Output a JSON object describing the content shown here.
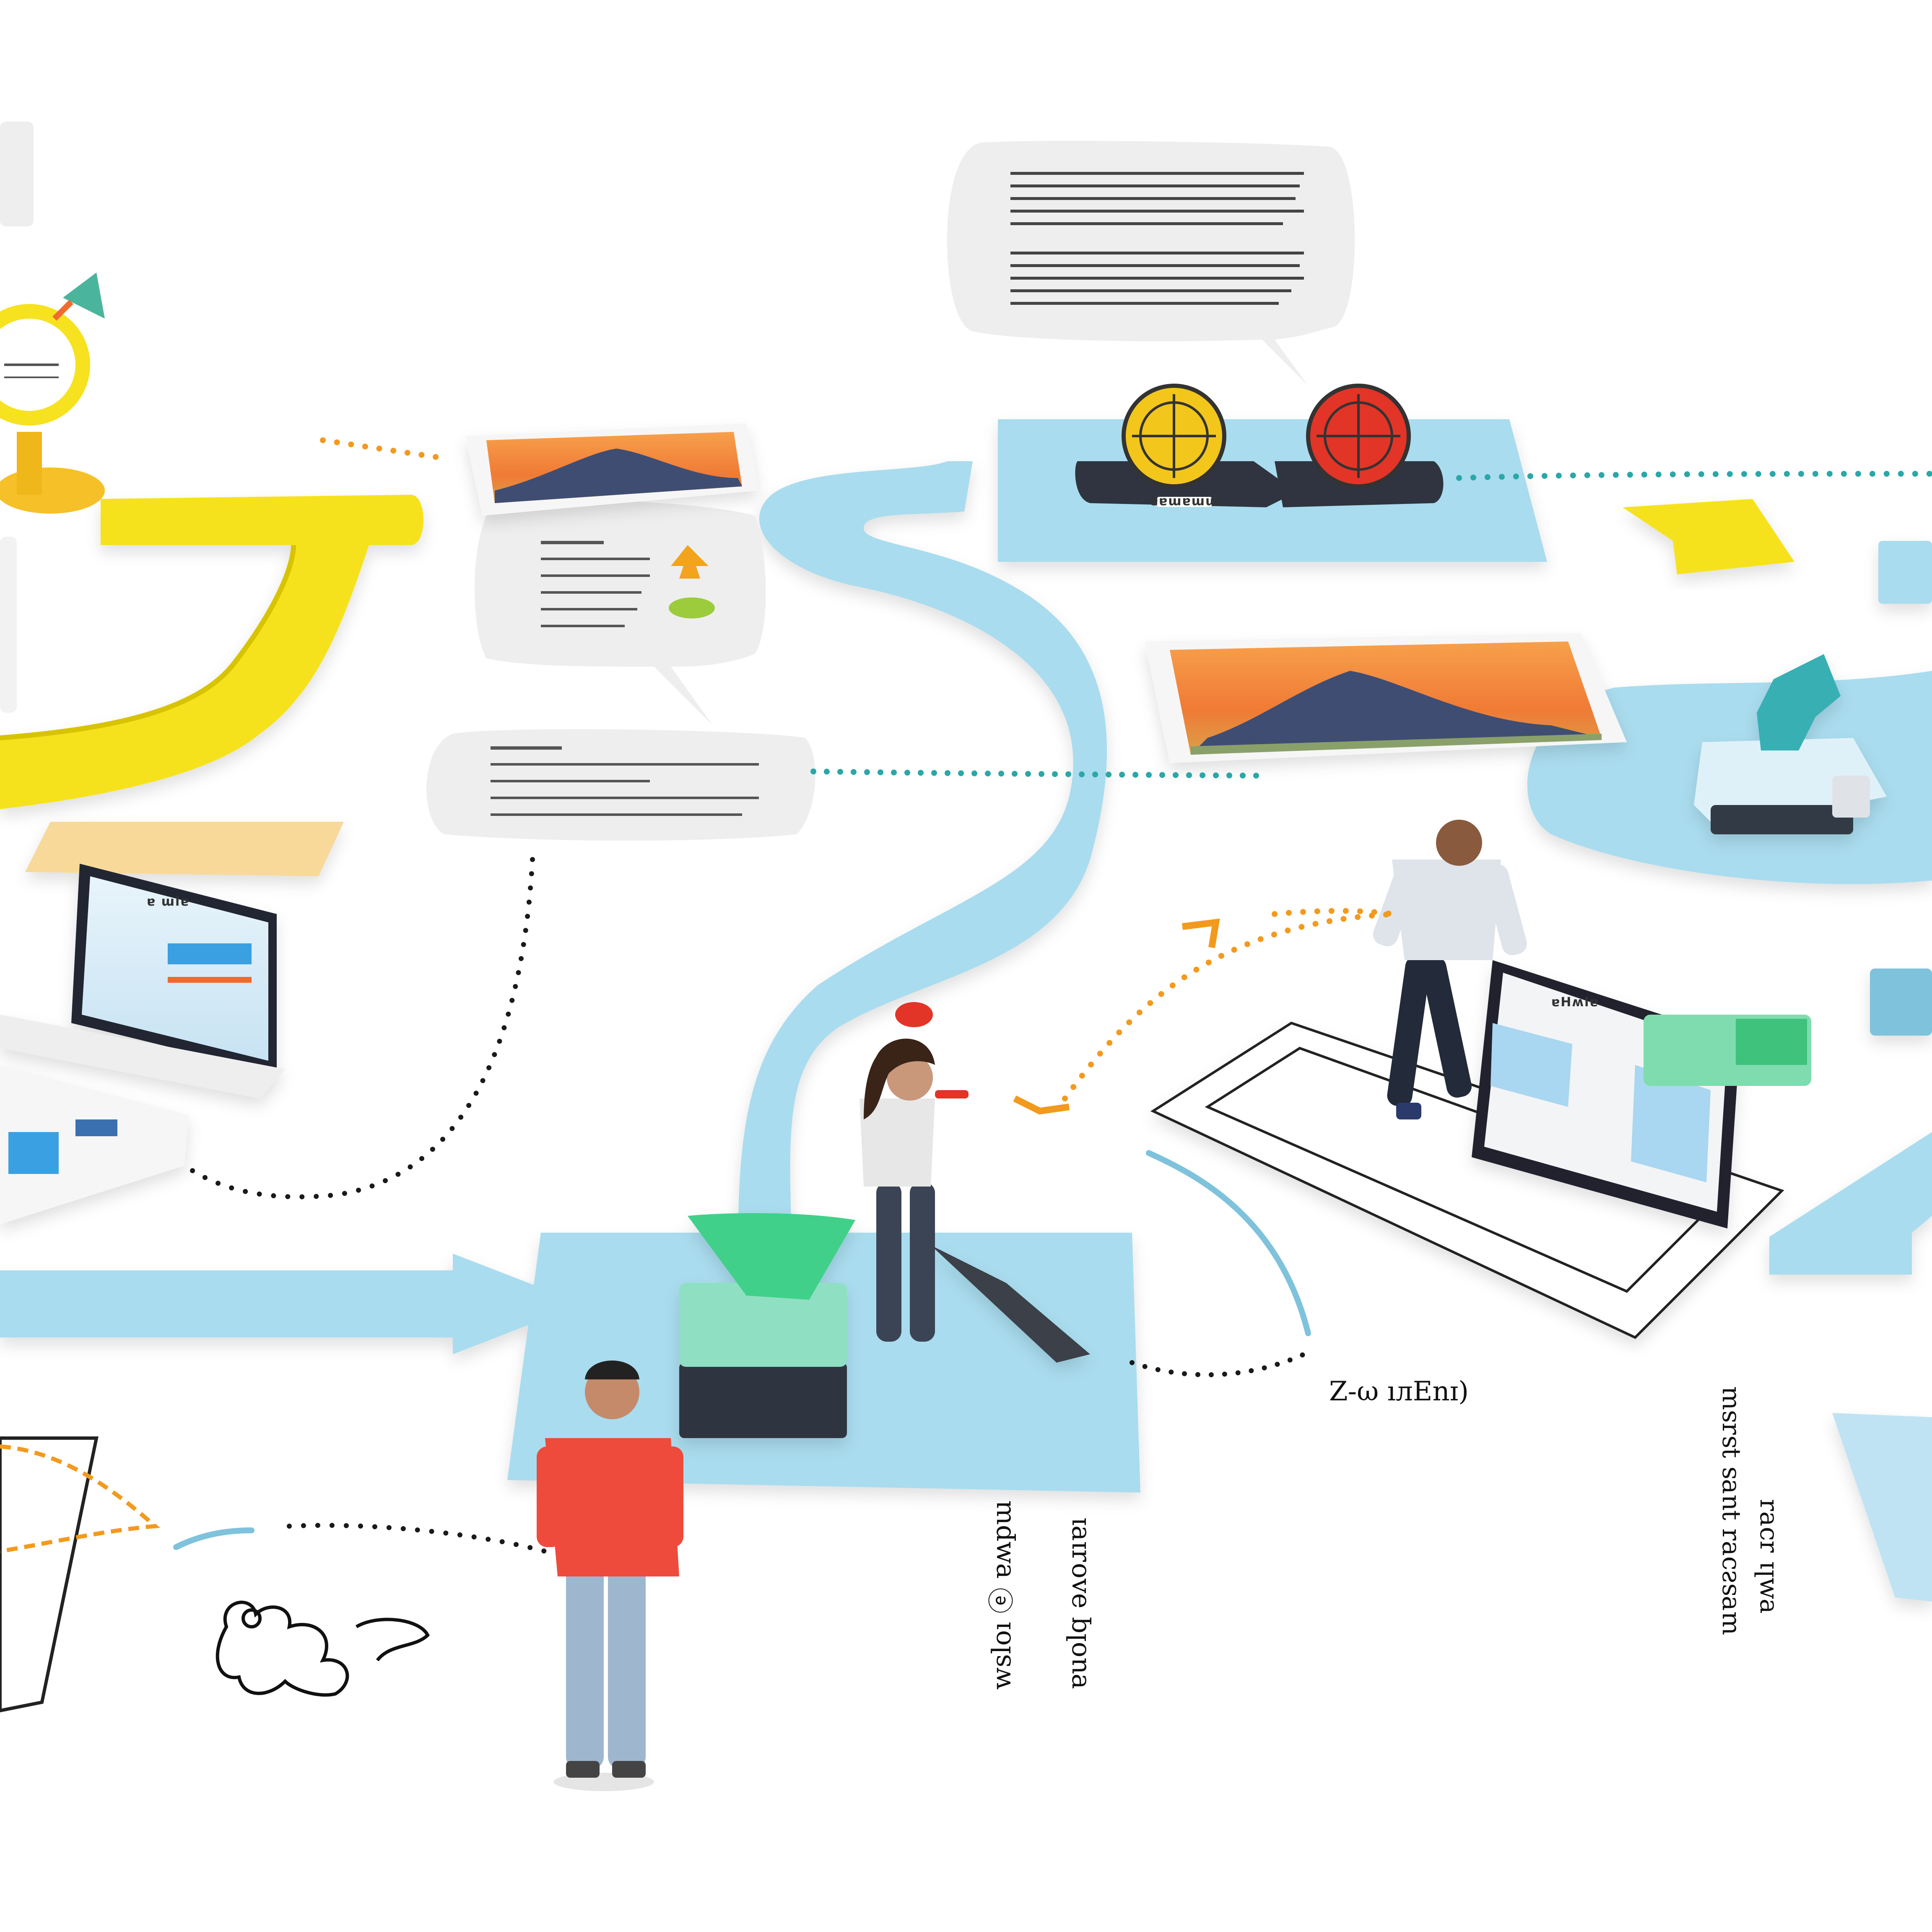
{
  "scene": {
    "description_free": true,
    "palette": {
      "path_blue": "#a9dcee",
      "path_blue_dark": "#7fc2dc",
      "yellow": "#f6e21f",
      "yellow_dark": "#d8c300",
      "orange_dots": "#f29a1e",
      "teal_dots": "#2aa7a8",
      "black_dots": "#1a1a1a",
      "bubble_gray": "#eeeeee",
      "red_shirt": "#ee4b3c",
      "green": "#4fd08a",
      "sunset_orange": "#f08a3c",
      "mountain": "#3f4e72"
    },
    "icons": [
      "speech-bubble-icon",
      "gauge-icon",
      "arrow-icon",
      "laptop-icon",
      "monitor-icon",
      "star-icon",
      "joystick-icon"
    ],
    "handwritten_notes": [
      "Z-ω ıлEnɪ)",
      "wsloı ⓔ ɐʍpɯ",
      "ɐuolq ǝʌoɹıɐı",
      "ɯɐsꙅɔɐɹ ʇuɐs ʇsɹsɯ",
      "ɐʍlı ɹɔɐɹ"
    ],
    "device_labels": [
      "ɐHʍlɐ",
      "ɐ ɯlɐ",
      "ɐɐɯɐɯɯ"
    ]
  }
}
